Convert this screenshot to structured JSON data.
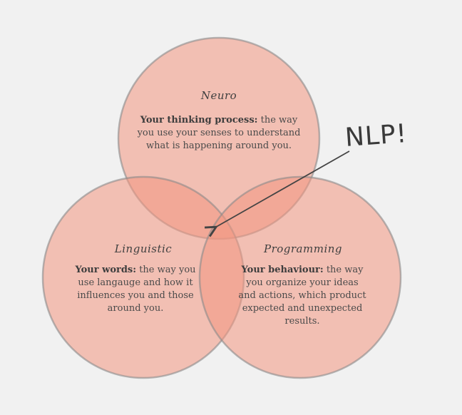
{
  "colors": {
    "background": "#f1f1f1",
    "circle_fill": "#f3957f",
    "circle_stroke": "#8a8a8a",
    "arrow": "#444444"
  },
  "circles": {
    "neuro": {
      "title": "Neuro",
      "bold": "Your thinking process:",
      "text": " the way you use your senses to understand what is happening around you."
    },
    "linguistic": {
      "title": "Linguistic",
      "bold": "Your words:",
      "text": " the way you use langauge and how it influences you and those around you."
    },
    "programming": {
      "title": "Programming",
      "bold": "Your behaviour:",
      "text": " the way you organize your ideas and actions, which product expected and unexpected results."
    }
  },
  "center_label": "NLP!"
}
